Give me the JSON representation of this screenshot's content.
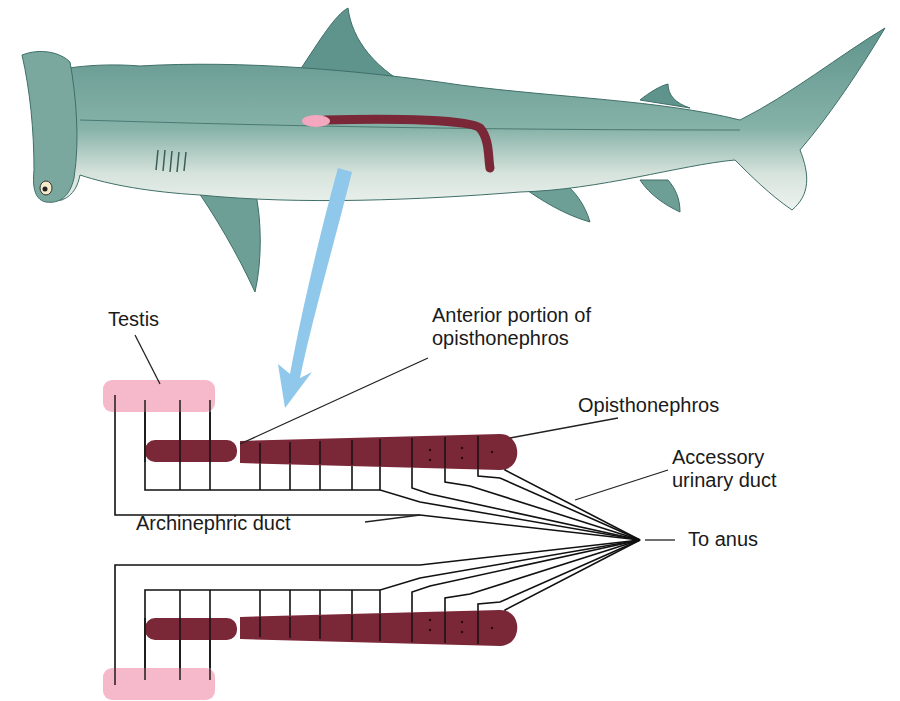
{
  "diagram": {
    "labels": [
      "Testis",
      "Anterior portion of opisthonephros",
      "Opisthonephros",
      "Accessory urinary duct",
      "Archinephric duct",
      "To anus"
    ]
  }
}
